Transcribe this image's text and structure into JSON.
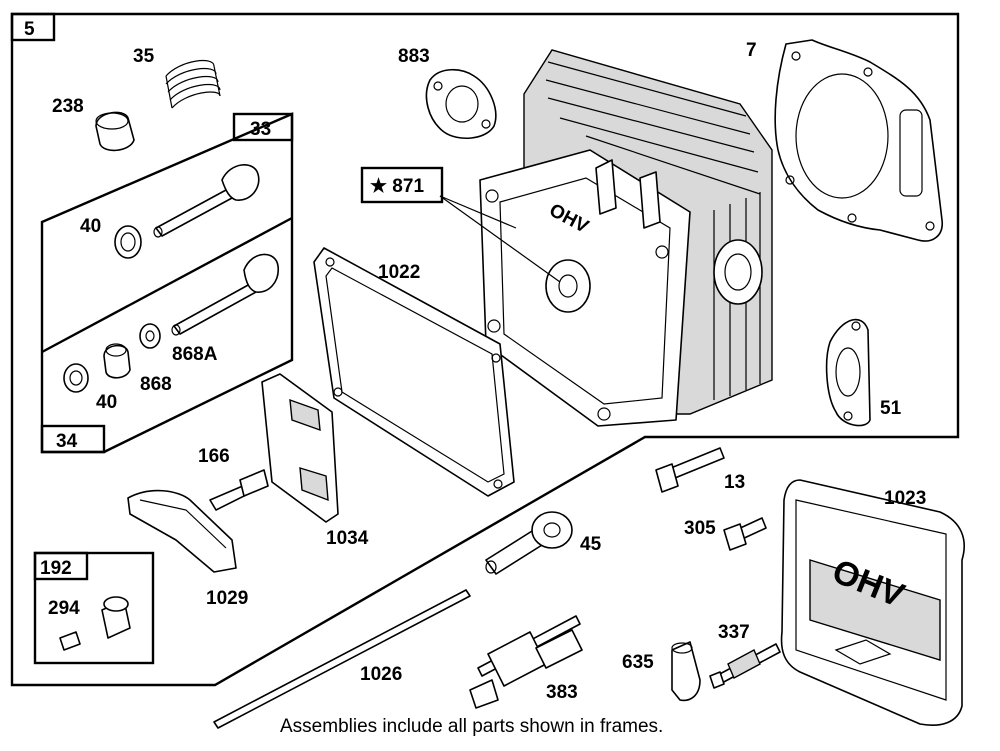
{
  "frames": {
    "main": "5",
    "valve_exhaust": "33",
    "valve_intake": "34",
    "breather": "192"
  },
  "callouts": {
    "p35": "35",
    "p238": "238",
    "p883": "883",
    "p7": "7",
    "p871": "★ 871",
    "p40a": "40",
    "p40b": "40",
    "p868a": "868A",
    "p868": "868",
    "p1022": "1022",
    "p51": "51",
    "p166": "166",
    "p1034": "1034",
    "p1029": "1029",
    "p13": "13",
    "p1023": "1023",
    "p305": "305",
    "p45": "45",
    "p294": "294",
    "p337": "337",
    "p635": "635",
    "p1026": "1026",
    "p383": "383"
  },
  "embossed": {
    "head_mark": "OHV",
    "cover_mark": "OHV"
  },
  "footer": "Assemblies include all parts shown in frames."
}
